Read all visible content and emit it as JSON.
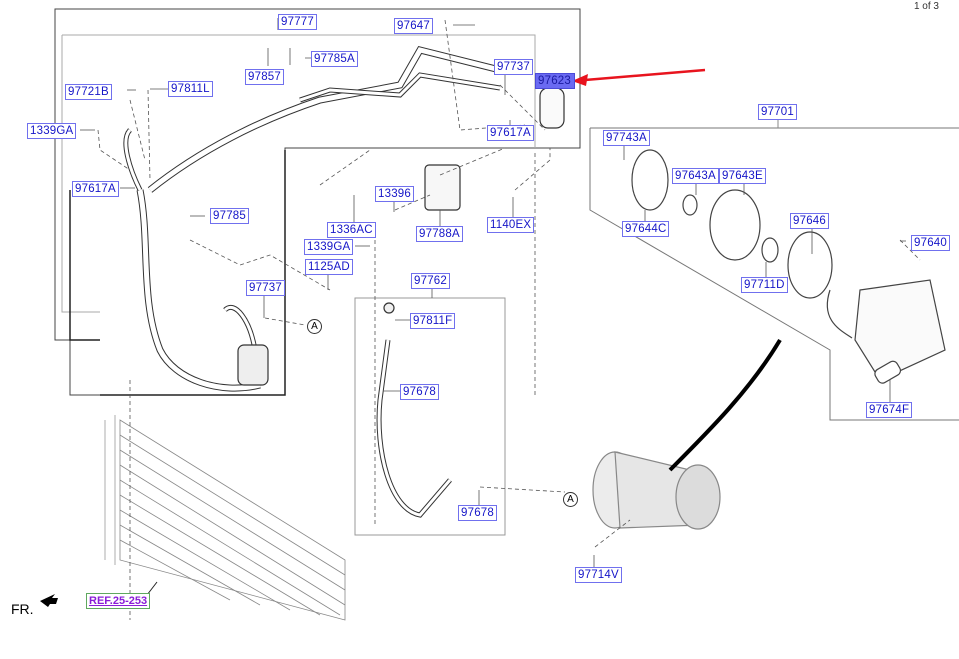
{
  "pager": {
    "text": "1 of 3"
  },
  "orientation": {
    "label": "FR.",
    "icon": "front-arrow-icon"
  },
  "reference": {
    "label": "REF.25-253"
  },
  "callouts": {
    "a1": "A",
    "a2": "A"
  },
  "selected_part": "97623",
  "highlight_colors": {
    "label_text": "#1515c8",
    "label_border": "#7070ee",
    "selected_fill": "#6a6af2",
    "pointer_arrow": "#e8141e",
    "ref_text": "#8a1ed8",
    "ref_border": "#5fa85f"
  },
  "labels": {
    "p97777": "97777",
    "p97647": "97647",
    "p97785A": "97785A",
    "p97857": "97857",
    "p97737a": "97737",
    "p97623": "97623",
    "p97721B": "97721B",
    "p97811L": "97811L",
    "p1339GAa": "1339GA",
    "p97617Aa": "97617A",
    "p97617Ab": "97617A",
    "p97785": "97785",
    "p13396": "13396",
    "p1336AC": "1336AC",
    "p97788A": "97788A",
    "p1140EX": "1140EX",
    "p1339GAb": "1339GA",
    "p1125AD": "1125AD",
    "p97737b": "97737",
    "p97762": "97762",
    "p97811F": "97811F",
    "p97678a": "97678",
    "p97678b": "97678",
    "p97714V": "97714V",
    "p97701": "97701",
    "p97743A": "97743A",
    "p97643A": "97643A",
    "p97643E": "97643E",
    "p97644C": "97644C",
    "p97646": "97646",
    "p97640": "97640",
    "p97711D": "97711D",
    "p97674F": "97674F"
  }
}
